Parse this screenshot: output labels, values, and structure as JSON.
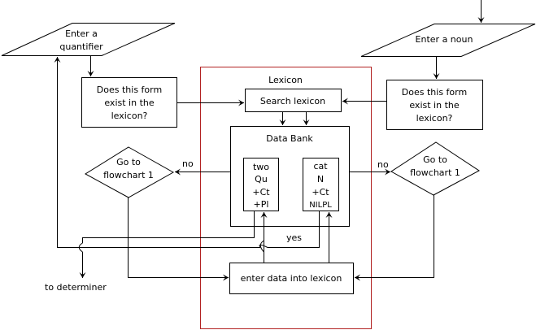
{
  "diagram": {
    "quantifier_input": [
      "Enter a",
      "quantifier"
    ],
    "noun_input": [
      "Enter a noun"
    ],
    "left_question": [
      "Does this form",
      "exist in the",
      "lexicon?"
    ],
    "right_question": [
      "Does this form",
      "exist in the",
      "lexicon?"
    ],
    "lexicon_title": "Lexicon",
    "search_label": "Search lexicon",
    "data_bank_title": "Data Bank",
    "entry_two": [
      "two",
      "Qu",
      "+Ct",
      "+Pl"
    ],
    "entry_cat": [
      "cat",
      "N",
      "+Ct",
      "NILPL"
    ],
    "left_diamond": [
      "Go to",
      "flowchart 1"
    ],
    "right_diamond": [
      "Go to",
      "flowchart 1"
    ],
    "no_left": "no",
    "no_right": "no",
    "yes_label": "yes",
    "enter_data_label": "enter data into lexicon",
    "to_determiner": "to determiner",
    "colors": {
      "lexicon_border": "#b22222",
      "line": "#000000"
    }
  }
}
